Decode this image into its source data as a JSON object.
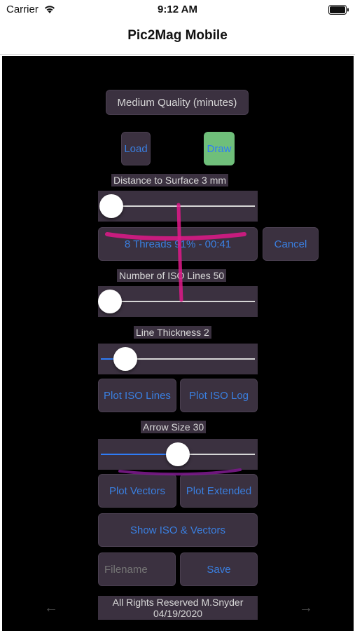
{
  "status_bar": {
    "carrier": "Carrier",
    "time": "9:12 AM"
  },
  "nav": {
    "title": "Pic2Mag Mobile"
  },
  "quality": {
    "label": "Medium Quality (minutes)"
  },
  "buttons": {
    "load": "Load",
    "draw": "Draw",
    "threads": "8 Threads 91% - 00:41",
    "cancel": "Cancel",
    "plot_iso_lines": "Plot ISO Lines",
    "plot_iso_log": "Plot ISO Log",
    "plot_vectors": "Plot Vectors",
    "plot_extended": "Plot Extended",
    "show_iso_vectors": "Show ISO & Vectors",
    "save": "Save"
  },
  "sliders": {
    "distance": {
      "label": "Distance to Surface  3 mm",
      "fraction": 0.07
    },
    "iso_lines": {
      "label": "Number of ISO Lines  50",
      "fraction": 0.06
    },
    "thickness": {
      "label": "Line Thickness  2",
      "fraction": 0.16
    },
    "arrow": {
      "label": "Arrow Size  30",
      "fraction": 0.5
    }
  },
  "filename": {
    "placeholder": "Filename"
  },
  "footer": {
    "line1": "All Rights Reserved M.Snyder",
    "line2": "04/19/2020"
  },
  "colors": {
    "accent": "#2f7cf6",
    "button_bg": "#3b3140",
    "draw_bg": "#6fbf7a",
    "annotation": "#e0198a"
  }
}
